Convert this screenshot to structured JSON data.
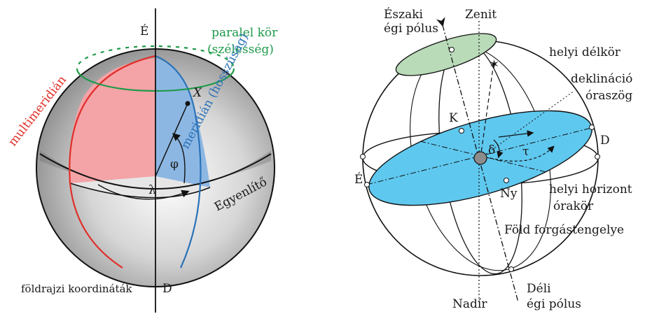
{
  "colors": {
    "red": "#e0302b",
    "blue": "#2a72b8",
    "green": "#1e9a4a",
    "pink_fill": "#f4a3a7",
    "blue_fill": "#8db7e3",
    "cyan_fill": "#5fc8ef",
    "green_fill": "#b9dbb8",
    "sphere_gray": "#9a9a9a"
  },
  "left_diagram": {
    "pole_north": "É",
    "pole_south": "D",
    "parallel_label_line1": "paralel kör",
    "parallel_label_line2": "(szélesség)",
    "point_label": "X",
    "meridian_label": "meridián (hosszúság)",
    "prime_meridian_label": "multimeridián",
    "phi": "φ",
    "lambda": "λ",
    "equator_label": "Egyenlítő",
    "caption": "földrajzi koordináták"
  },
  "right_diagram": {
    "north_pole_line1": "Északi",
    "north_pole_line2": "égi pólus",
    "zenith": "Zenit",
    "local_meridian": "helyi délkör",
    "declination": "deklináció",
    "hour_angle": "óraszög",
    "k": "K",
    "d": "D",
    "e": "É",
    "ny": "Ny",
    "delta": "δ",
    "tau": "τ",
    "local_horizon": "helyi horizont",
    "hour_circle": "órakör",
    "earth_axis": "Föld forgástengelye",
    "south_pole_line1": "Déli",
    "south_pole_line2": "égi pólus",
    "nadir": "Nadír"
  }
}
